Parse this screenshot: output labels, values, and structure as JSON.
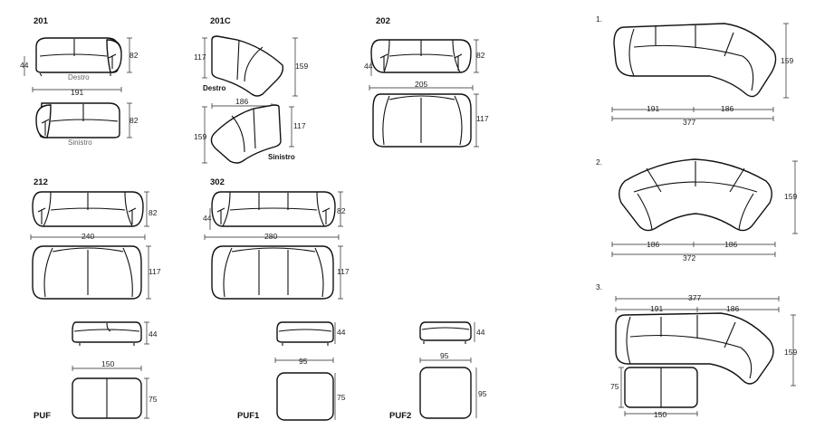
{
  "models": {
    "m201": {
      "code": "201",
      "depth": "82",
      "seat_h": "44",
      "width": "191",
      "right_label": "Destro",
      "left_label": "Sinistro"
    },
    "m201c": {
      "code": "201C",
      "a": "117",
      "b": "159",
      "width": "186",
      "right_label": "Destro",
      "left_label": "Sinistro",
      "a2": "159",
      "b2": "117"
    },
    "m202": {
      "code": "202",
      "seat_h": "44",
      "depth": "82",
      "width": "205",
      "plan_depth": "117"
    },
    "m212": {
      "code": "212",
      "depth": "82",
      "width": "240",
      "plan_depth": "117"
    },
    "m302": {
      "code": "302",
      "seat_h": "44",
      "depth": "82",
      "width": "280",
      "plan_depth": "117"
    },
    "puf": {
      "code": "PUF",
      "h": "44",
      "w": "150",
      "d": "75"
    },
    "puf1": {
      "code": "PUF1",
      "h": "44",
      "w": "95",
      "d": "75"
    },
    "puf2": {
      "code": "PUF2",
      "h": "44",
      "w": "95",
      "d": "95"
    }
  },
  "compositions": [
    {
      "num": "1.",
      "depth": "159",
      "part1": "191",
      "part2": "186",
      "total": "377"
    },
    {
      "num": "2.",
      "depth": "159",
      "part1": "186",
      "part2": "186",
      "total": "372"
    },
    {
      "num": "3.",
      "depth": "159",
      "total": "377",
      "part1": "191",
      "part2": "186",
      "puf_d": "75",
      "puf_w": "150"
    }
  ]
}
